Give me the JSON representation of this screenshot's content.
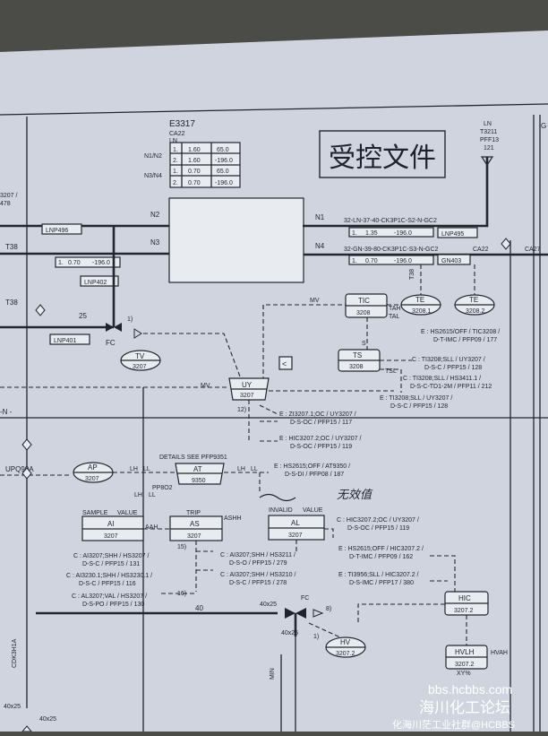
{
  "equipment": {
    "tag": "E3317",
    "sub1": "CA22",
    "sub2": "LN",
    "n1n2": "N1/N2",
    "n3n4": "N3/N4",
    "rows": [
      [
        "1.",
        "1.60",
        "65.0"
      ],
      [
        "2.",
        "1.60",
        "-196.0"
      ],
      [
        "1.",
        "0.70",
        "65.0"
      ],
      [
        "2.",
        "0.70",
        "-196.0"
      ]
    ]
  },
  "stamp": "受控文件",
  "top_right": {
    "a": "LN",
    "b": "T3211",
    "c": "PFF13",
    "d": "121",
    "e": "G"
  },
  "nozzles": {
    "n1": "N1",
    "n2": "N2",
    "n3": "N3",
    "n4": "N4"
  },
  "lines": {
    "l1": "32-LN-37-40-CK3P1C-S2-N-GC2",
    "l2": "32-GN-39-80-CK3P1C-S3-N-GC2",
    "t1": [
      "1.",
      "1.35",
      "-196.0"
    ],
    "t2": [
      "1.",
      "0.70",
      "-196.0"
    ],
    "t3": [
      "1.",
      "0.70",
      "-196.0"
    ],
    "lnp495": "LNP495",
    "gnp403": "GN403",
    "lnp402": "LNP402",
    "lnp401": "LNP401",
    "lnp496": "LNP496"
  },
  "left_labels": {
    "t38a": "T38",
    "t38b": "T38",
    "n": "-N -",
    "a3207": "3207 /",
    "a478": "478",
    "upq": "UPQ90A",
    "cdk": "CDK3H1A",
    "fc": "FC",
    "s40a": "40x25",
    "s40b": "40x25"
  },
  "misc": {
    "ca22": "CA22",
    "ca27": "CA27",
    "t38": "T38",
    "size25": "25",
    "mv1": "MV",
    "mv2": "MV",
    "v1": "1)",
    "v2": "1)",
    "v3": "1)",
    "m8": "8)",
    "n12": "12)",
    "n15": "15)",
    "n16": "16)",
    "n40": "40",
    "n40x25": "40x25",
    "n40x25b": "40x25",
    "min": "MIN",
    "fc2": "FC",
    "s1": "S",
    "s2": "S",
    "lt": "<",
    "ltag": "L"
  },
  "instruments": {
    "tic": [
      "TIC",
      "3208"
    ],
    "te1": [
      "TE",
      "3208.1"
    ],
    "te2": [
      "TE",
      "3208.2"
    ],
    "ts": [
      "TS",
      "3208"
    ],
    "tv": [
      "TV",
      "3207"
    ],
    "uy": [
      "UY",
      "3207"
    ],
    "ap": [
      "AP",
      "3207"
    ],
    "at": [
      "AT",
      "9350"
    ],
    "ai": [
      "AI",
      "3207"
    ],
    "as": [
      "AS",
      "3207"
    ],
    "al": [
      "AL",
      "3207"
    ],
    "hic": [
      "HIC",
      "3207.2"
    ],
    "hv": [
      "HV",
      "3207.2"
    ],
    "hvlh": [
      "HVLH",
      "3207.2"
    ]
  },
  "flags": {
    "tah": "TAH",
    "tal": "TAL",
    "tsl": "TSL",
    "lh": "LH",
    "ll": "LL",
    "lh2": "LH",
    "ll2": "LL",
    "lh3": "LH",
    "ll3": "LL",
    "aah": "AAH",
    "ashh": "ASHH",
    "hvah": "HVAH",
    "xy": "XY%"
  },
  "group_heads": {
    "details": "DETAILS SEE PFP9351",
    "sample": "SAMPLE",
    "value": "VALUE",
    "trip": "TRIP",
    "invalid": "INVALID",
    "value2": "VALUE",
    "pp": "PP8O2"
  },
  "notes": {
    "e1": "E : HS2615/OFF / TIC3208 /",
    "e1b": "D-T-IMC / PFP09 / 177",
    "c1": "C : TI3208;SLL / UY3207 /",
    "c1b": "D-S-C / PFP15 / 128",
    "c2": "C : TI3208;SLL / HS3411.1 /",
    "c2b": "D-S-C-TD1-2M / PFP11 / 212",
    "e2": "E : TI3208;SLL / UY3207 /",
    "e2b": "D-S-C / PFP15 / 128",
    "e3": "E : ZI3207.1;OC / UY3207 /",
    "e3b": "D-S-OC / PFP15 / 117",
    "e4": "E : HIC3207.2;OC / UY3207 /",
    "e4b": "D-S-OC / PFP15 / 119",
    "e5": "E : HS2615;OFF / AT9350 /",
    "e5b": "D-S-DI / PFP08 / 187",
    "hw": "无效值",
    "c3": "C : HIC3207.2;OC / UY3207 /",
    "c3b": "D-S-OC / PFP15 / 119",
    "e6": "E : HS2615;OFF / HIC3207.2 /",
    "e6b": "D-T-IMC / PFP09 / 162",
    "e7": "E : TI3956;SLL / HIC3207.2 /",
    "e7b": "D-S-IMC / PFP17 / 380",
    "c4": "C : AI3207;SHH / HS3207 /",
    "c4b": "D-S-C / PFP15 / 131",
    "c5": "C : AI3230.1;SHH / HS3230.1 /",
    "c5b": "D-S-C / PFP15 / 116",
    "c6": "C : AL3207;VAL / HS3207 /",
    "c6b": "D-S-PO / PFP15 / 130",
    "c7": "C : AI3207;SHH / HS3211 /",
    "c7b": "D-S-O / PFP15 / 279",
    "c8": "C : AI3207;SHH / HS3210 /",
    "c8b": "D-S-C / PFP15 / 278"
  },
  "watermark": {
    "w1": "bbs.hcbbs.com",
    "w2": "海川化工论坛",
    "w3": "化海川茫工业社群@HCBBS"
  }
}
